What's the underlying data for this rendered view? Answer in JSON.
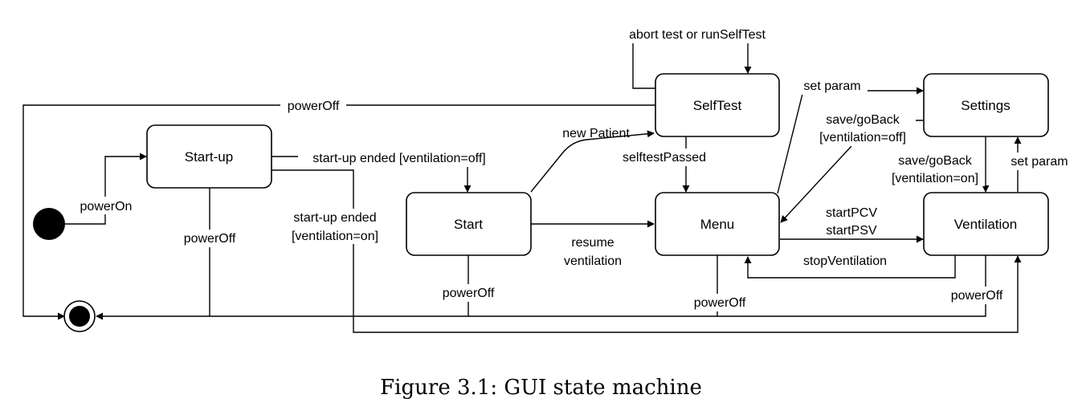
{
  "states": {
    "startup": "Start-up",
    "start": "Start",
    "selftest": "SelfTest",
    "menu": "Menu",
    "settings": "Settings",
    "ventilation": "Ventilation"
  },
  "transitions": {
    "power_on": "powerOn",
    "startup_ended_off": "start-up ended [ventilation=off]",
    "startup_ended_on_1": "start-up ended",
    "startup_ended_on_2": "[ventilation=on]",
    "poweroff_startup": "powerOff",
    "poweroff_selftest": "powerOff",
    "poweroff_start": "powerOff",
    "poweroff_menu": "powerOff",
    "poweroff_ventilation": "powerOff",
    "new_patient": "new Patient",
    "abort_test": "abort test or runSelfTest",
    "selftest_passed": "selftestPassed",
    "resume_1": "resume",
    "resume_2": "ventilation",
    "set_param_menu": "set param",
    "save_goback_menu_1": "save/goBack",
    "save_goback_menu_2": "[ventilation=off]",
    "save_goback_vent_1": "save/goBack",
    "save_goback_vent_2": "[ventilation=on]",
    "set_param_vent": "set param",
    "start_pcv": "startPCV",
    "start_psv": "startPSV",
    "stop_ventilation": "stopVentilation"
  },
  "caption": "Figure 3.1: GUI state machine"
}
